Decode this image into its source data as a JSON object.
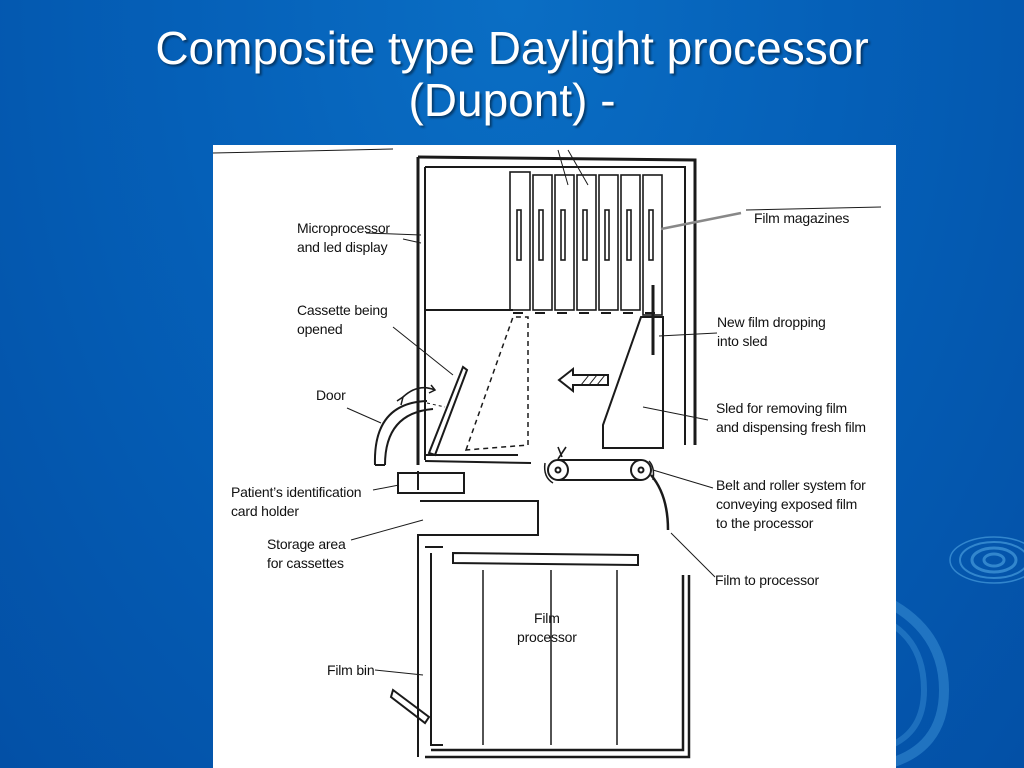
{
  "slide": {
    "title_line1": "Composite type Daylight processor",
    "title_line2": "(Dupont) -"
  },
  "colors": {
    "background": "#0560b8",
    "title_text": "#ffffff",
    "figure_bg": "#ffffff",
    "line": "#1a1a1a"
  },
  "diagram": {
    "labels": {
      "film_magazines": "Film magazines",
      "microprocessor_1": "Microprocessor",
      "microprocessor_2": "and led display",
      "cassette_1": "Cassette being",
      "cassette_2": "opened",
      "new_film_1": "New film dropping",
      "new_film_2": "into sled",
      "door": "Door",
      "sled_1": "Sled for removing film",
      "sled_2": "and dispensing fresh film",
      "patient_id_1": "Patient’s identification",
      "patient_id_2": "card holder",
      "belt_1": "Belt and roller system for",
      "belt_2": "conveying exposed film",
      "belt_3": "to the processor",
      "storage_1": "Storage area",
      "storage_2": "for cassettes",
      "film_to_processor": "Film to processor",
      "film_processor_1": "Film",
      "film_processor_2": "processor",
      "film_bin": "Film bin"
    },
    "icons": {
      "arrow": "hatched-arrow-left-icon",
      "door_arrow": "curved-double-arrow-icon",
      "roller": "roller-icon"
    }
  }
}
